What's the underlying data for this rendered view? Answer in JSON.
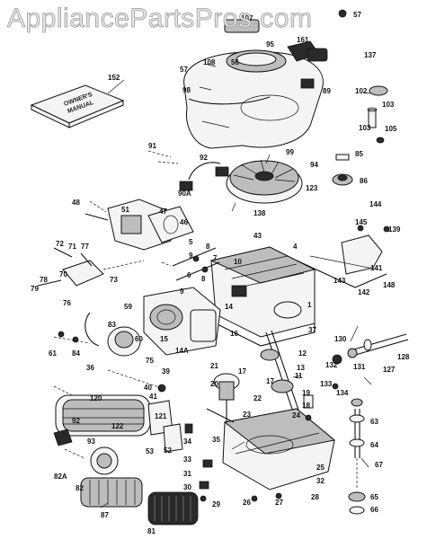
{
  "header": {
    "title": "AppliancePartsPros.com"
  },
  "booklet": {
    "callout": "152",
    "label_1": "OWNER'S",
    "label_2": "MANUAL"
  },
  "callouts": [
    {
      "id": "c107",
      "text": "107"
    },
    {
      "id": "c57a",
      "text": "57"
    },
    {
      "id": "c95",
      "text": "95"
    },
    {
      "id": "c161",
      "text": "161"
    },
    {
      "id": "c137",
      "text": "137"
    },
    {
      "id": "c57b",
      "text": "57"
    },
    {
      "id": "c108",
      "text": "108"
    },
    {
      "id": "c56",
      "text": "56"
    },
    {
      "id": "c98",
      "text": "98"
    },
    {
      "id": "c89",
      "text": "89"
    },
    {
      "id": "c102",
      "text": "102"
    },
    {
      "id": "c103a",
      "text": "103"
    },
    {
      "id": "c103b",
      "text": "103"
    },
    {
      "id": "c105",
      "text": "105"
    },
    {
      "id": "c91",
      "text": "91"
    },
    {
      "id": "c99",
      "text": "99"
    },
    {
      "id": "c85",
      "text": "85"
    },
    {
      "id": "c94",
      "text": "94"
    },
    {
      "id": "c86",
      "text": "86"
    },
    {
      "id": "c92",
      "text": "92"
    },
    {
      "id": "c90a",
      "text": "90A"
    },
    {
      "id": "c123",
      "text": "123"
    },
    {
      "id": "c48",
      "text": "48"
    },
    {
      "id": "c51",
      "text": "51"
    },
    {
      "id": "c47",
      "text": "47"
    },
    {
      "id": "c46",
      "text": "46"
    },
    {
      "id": "c138",
      "text": "138"
    },
    {
      "id": "c144",
      "text": "144"
    },
    {
      "id": "c145",
      "text": "145"
    },
    {
      "id": "c139",
      "text": "139"
    },
    {
      "id": "c43",
      "text": "43"
    },
    {
      "id": "c4",
      "text": "4"
    },
    {
      "id": "c72",
      "text": "72"
    },
    {
      "id": "c71",
      "text": "71"
    },
    {
      "id": "c77",
      "text": "77"
    },
    {
      "id": "c70",
      "text": "70"
    },
    {
      "id": "c73",
      "text": "73"
    },
    {
      "id": "c78",
      "text": "78"
    },
    {
      "id": "c79",
      "text": "79"
    },
    {
      "id": "c76",
      "text": "76"
    },
    {
      "id": "c5",
      "text": "5"
    },
    {
      "id": "c8a",
      "text": "8"
    },
    {
      "id": "c9a",
      "text": "9"
    },
    {
      "id": "c7",
      "text": "7"
    },
    {
      "id": "c10",
      "text": "10"
    },
    {
      "id": "c6",
      "text": "6"
    },
    {
      "id": "c8b",
      "text": "8"
    },
    {
      "id": "c9b",
      "text": "9"
    },
    {
      "id": "c141",
      "text": "141"
    },
    {
      "id": "c143",
      "text": "143"
    },
    {
      "id": "c142",
      "text": "142"
    },
    {
      "id": "c148",
      "text": "148"
    },
    {
      "id": "c59",
      "text": "59"
    },
    {
      "id": "c14",
      "text": "14"
    },
    {
      "id": "c1",
      "text": "1"
    },
    {
      "id": "c83",
      "text": "83"
    },
    {
      "id": "c15",
      "text": "15"
    },
    {
      "id": "c60",
      "text": "60"
    },
    {
      "id": "c61",
      "text": "61"
    },
    {
      "id": "c84",
      "text": "84"
    },
    {
      "id": "c14a",
      "text": "14A"
    },
    {
      "id": "c16",
      "text": "16"
    },
    {
      "id": "c37",
      "text": "37"
    },
    {
      "id": "c36",
      "text": "36"
    },
    {
      "id": "c75",
      "text": "75"
    },
    {
      "id": "c128",
      "text": "128"
    },
    {
      "id": "c130",
      "text": "130"
    },
    {
      "id": "c127",
      "text": "127"
    },
    {
      "id": "c131",
      "text": "131"
    },
    {
      "id": "c12",
      "text": "12"
    },
    {
      "id": "c13",
      "text": "13"
    },
    {
      "id": "c11",
      "text": "11"
    },
    {
      "id": "c39",
      "text": "39"
    },
    {
      "id": "c21",
      "text": "21"
    },
    {
      "id": "c20",
      "text": "20"
    },
    {
      "id": "c17a",
      "text": "17"
    },
    {
      "id": "c17b",
      "text": "17"
    },
    {
      "id": "c132",
      "text": "132"
    },
    {
      "id": "c133",
      "text": "133"
    },
    {
      "id": "c40",
      "text": "40"
    },
    {
      "id": "c41",
      "text": "41"
    },
    {
      "id": "c120",
      "text": "120"
    },
    {
      "id": "c121",
      "text": "121"
    },
    {
      "id": "c22",
      "text": "22"
    },
    {
      "id": "c134",
      "text": "134"
    },
    {
      "id": "c18",
      "text": "18"
    },
    {
      "id": "c19",
      "text": "19"
    },
    {
      "id": "c23",
      "text": "23"
    },
    {
      "id": "c24",
      "text": "24"
    },
    {
      "id": "c63",
      "text": "63"
    },
    {
      "id": "c122",
      "text": "122"
    },
    {
      "id": "c35",
      "text": "35"
    },
    {
      "id": "c92b",
      "text": "92"
    },
    {
      "id": "c34",
      "text": "34"
    },
    {
      "id": "c53",
      "text": "53"
    },
    {
      "id": "c52",
      "text": "52"
    },
    {
      "id": "c64",
      "text": "64"
    },
    {
      "id": "c93",
      "text": "93"
    },
    {
      "id": "c33",
      "text": "33"
    },
    {
      "id": "c25",
      "text": "25"
    },
    {
      "id": "c67",
      "text": "67"
    },
    {
      "id": "c31",
      "text": "31"
    },
    {
      "id": "c32",
      "text": "32"
    },
    {
      "id": "c82a",
      "text": "82A"
    },
    {
      "id": "c82",
      "text": "82"
    },
    {
      "id": "c30",
      "text": "30"
    },
    {
      "id": "c29",
      "text": "29"
    },
    {
      "id": "c26",
      "text": "26"
    },
    {
      "id": "c27",
      "text": "27"
    },
    {
      "id": "c28",
      "text": "28"
    },
    {
      "id": "c65",
      "text": "65"
    },
    {
      "id": "c66",
      "text": "66"
    },
    {
      "id": "c87",
      "text": "87"
    },
    {
      "id": "c81",
      "text": "81"
    }
  ]
}
